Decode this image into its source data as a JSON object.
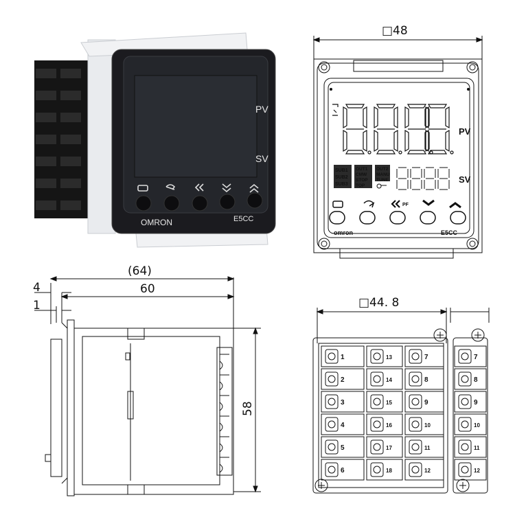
{
  "photo": {
    "pv_label": "PV",
    "sv_label": "SV",
    "brand": "OMRON",
    "model": "E5CC",
    "colors": {
      "bezel": "#1b1b1f",
      "bracket": "#e9ebee",
      "lcd": "#2a2d33"
    }
  },
  "front_view": {
    "width_dim": "□48",
    "pv_label": "PV",
    "sv_label": "SV",
    "brand": "omron",
    "model": "E5CC",
    "pf_label": "PF",
    "pv_display": "8.8.8.8.",
    "sv_display": "8888",
    "status_block_a": [
      "SUB1",
      "SUB2",
      "SUB3"
    ],
    "status_block_b": [
      "OUT1",
      "CMW",
      "STOP",
      "TOP"
    ],
    "status_block_c": [
      "OUT2",
      "MANU",
      "TUNE"
    ]
  },
  "side_view": {
    "dim_overall": "(64)",
    "dim_body": "60",
    "dim_bezel": "4",
    "dim_flange": "1",
    "dim_height": "58"
  },
  "rear_view": {
    "width_dim": "□44. 8",
    "col1_terminals": [
      "1",
      "2",
      "3",
      "4",
      "5",
      "6"
    ],
    "col2_terminals": [
      "13",
      "14",
      "15",
      "16",
      "17",
      "18"
    ],
    "col3_terminals": [
      "7",
      "8",
      "9",
      "10",
      "11",
      "12"
    ],
    "side_terminals": [
      "7",
      "8",
      "9",
      "10",
      "11",
      "12"
    ]
  }
}
